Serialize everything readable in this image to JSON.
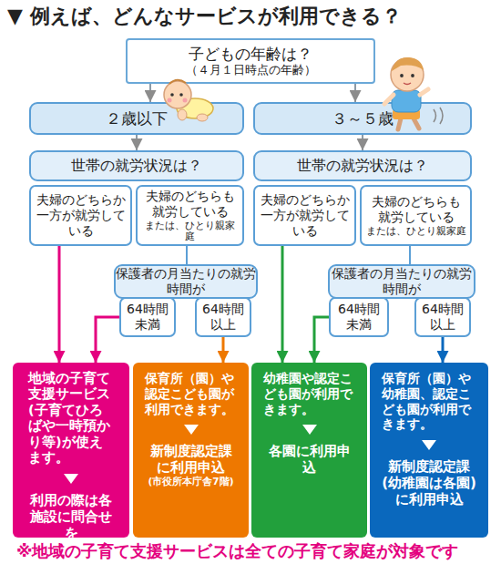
{
  "diagram": {
    "title": "▼ 例えば、どんなサービスが利用できる？",
    "nodes": [
      {
        "text": [
          "子どもの年齢は？",
          "（４月１日時点の年齢）"
        ]
      },
      {
        "text": [
          "２歳以下"
        ]
      },
      {
        "text": [
          "３～５歳"
        ]
      },
      {
        "text": [
          "世帯の就労状況は？"
        ]
      },
      {
        "text": [
          "夫婦のどちらか一方が就労している"
        ]
      },
      {
        "text": [
          "夫婦のどちらも就労している",
          "または、ひとり親家庭"
        ]
      },
      {
        "text": [
          "世帯の就労状況は？"
        ]
      },
      {
        "text": [
          "夫婦のどちらか一方が就労している"
        ]
      },
      {
        "text": [
          "夫婦のどちらも就労している",
          "または、ひとり親家庭"
        ]
      },
      {
        "text": [
          "保護者の月当たりの就労時間が"
        ]
      },
      {
        "text": [
          "64時間未満"
        ]
      },
      {
        "text": [
          "64時間以上"
        ]
      },
      {
        "text": [
          "保護者の月当たりの就労時間が"
        ]
      },
      {
        "text": [
          "64時間未満"
        ]
      },
      {
        "text": [
          "64時間以上"
        ]
      },
      {
        "text": [
          "地域の子育て支援サービス(子育てひろばや一時預かり等)が使えます。",
          "利用の際は各施設に問合せを"
        ]
      },
      {
        "text": [
          "保育所（園）や認定こども園が利用できます。",
          "新制度認定課に利用申込",
          "(市役所本庁舎7階)"
        ]
      },
      {
        "text": [
          "幼稚園や認定こども園が利用できます。",
          "各園に利用申込"
        ]
      },
      {
        "text": [
          "保育所（園）や幼稚園、認定こども園が利用できます。",
          "新制度認定課(幼稚園は各園)に利用申込"
        ]
      }
    ],
    "edges": [
      {
        "from": 0,
        "to": 1,
        "arrow": "to"
      },
      {
        "from": 0,
        "to": 2,
        "arrow": "to"
      },
      {
        "from": 1,
        "to": 3,
        "arrow": "to"
      },
      {
        "from": 2,
        "to": 6,
        "arrow": "to"
      },
      {
        "from": 5,
        "to": 9,
        "arrow": "none"
      },
      {
        "from": 8,
        "to": 12,
        "arrow": "none"
      },
      {
        "from": 4,
        "to": 15,
        "arrow": "to"
      },
      {
        "from": 10,
        "to": 15,
        "arrow": "to"
      },
      {
        "from": 11,
        "to": 16,
        "arrow": "to"
      },
      {
        "from": 7,
        "to": 17,
        "arrow": "to"
      },
      {
        "from": 13,
        "to": 17,
        "arrow": "to"
      },
      {
        "from": 14,
        "to": 18,
        "arrow": "to"
      }
    ],
    "labels": [
      "※地域の子育て支援サービスは全ての子育て家庭が対象です"
    ]
  }
}
